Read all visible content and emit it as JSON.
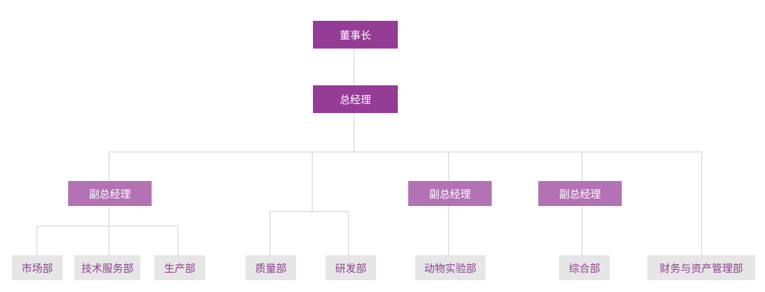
{
  "chairman": "董事长",
  "general_manager": "总经理",
  "vice_gm_1": "副总经理",
  "vice_gm_2": "副总经理",
  "vice_gm_3": "副总经理",
  "departments": {
    "marketing": "市场部",
    "tech_service": "技术服务部",
    "production": "生产部",
    "quality": "质量部",
    "rnd": "研发部",
    "animal_lab": "动物实验部",
    "general_affairs": "综合部",
    "finance_assets": "财务与资产管理部"
  },
  "colors": {
    "top_level": "#953c97",
    "vice_level": "#b272b3",
    "department_bg": "#e6e6e6",
    "department_text": "#8d3f8e",
    "connector": "#c3cfd9"
  }
}
